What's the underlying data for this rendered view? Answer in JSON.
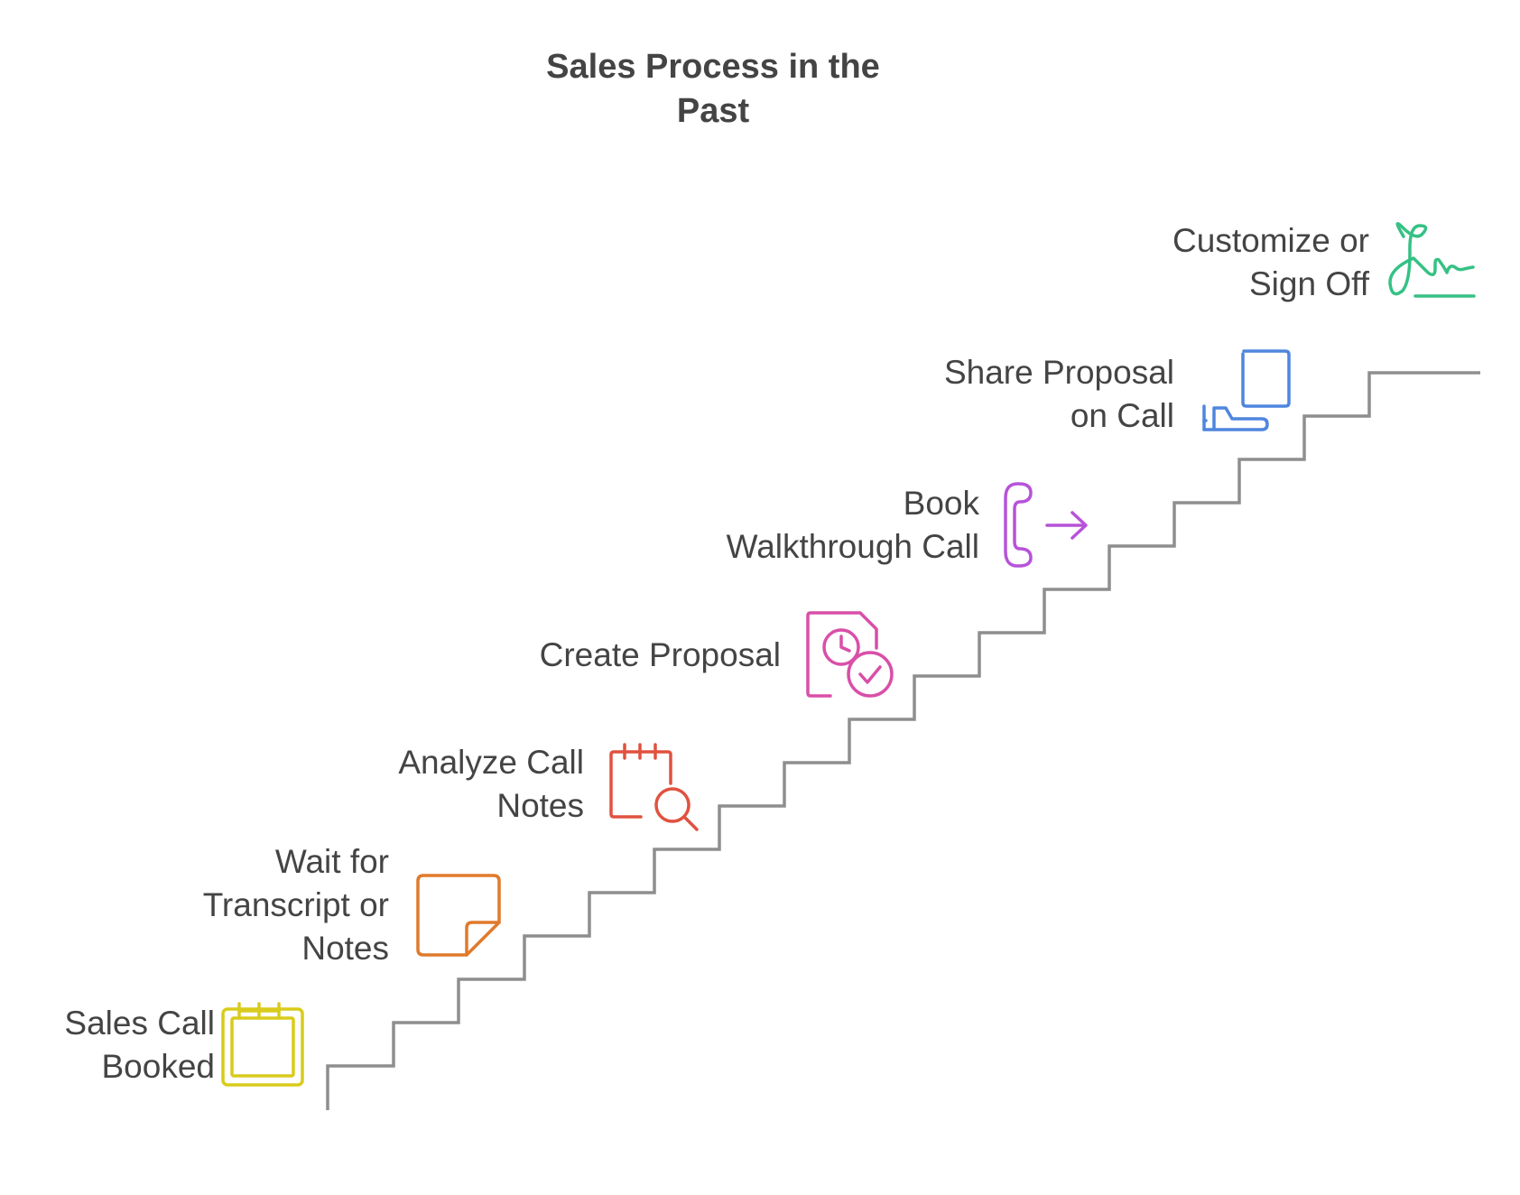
{
  "title_lines": [
    "Sales Process in the",
    "Past"
  ],
  "steps": [
    {
      "lines": [
        "Sales Call",
        "Booked"
      ],
      "icon": "calendar-icon",
      "color": "#d9cb1c"
    },
    {
      "lines": [
        "Wait for",
        "Transcript or",
        "Notes"
      ],
      "icon": "sticky-note-icon",
      "color": "#e07a2c"
    },
    {
      "lines": [
        "Analyze Call",
        "Notes"
      ],
      "icon": "calendar-search-icon",
      "color": "#e0523f"
    },
    {
      "lines": [
        "Create Proposal"
      ],
      "icon": "document-clock-check-icon",
      "color": "#d94fa8"
    },
    {
      "lines": [
        "Book",
        "Walkthrough Call"
      ],
      "icon": "phone-forward-icon",
      "color": "#b653d9"
    },
    {
      "lines": [
        "Share Proposal",
        "on Call"
      ],
      "icon": "document-share-icon",
      "color": "#4f86de"
    },
    {
      "lines": [
        "Customize or",
        "Sign Off"
      ],
      "icon": "signature-icon",
      "color": "#36c184"
    }
  ],
  "stair_color": "#8e8e8e"
}
